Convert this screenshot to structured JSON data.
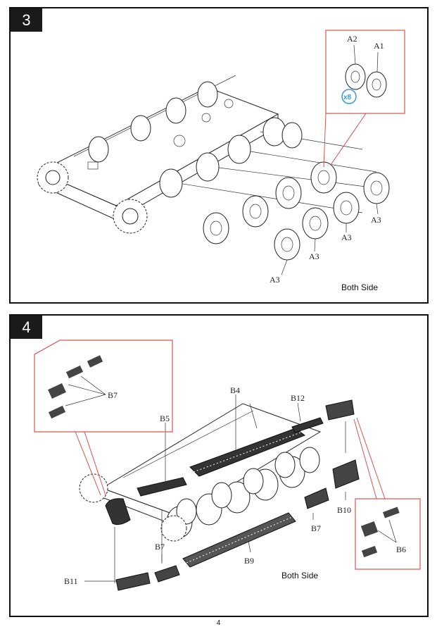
{
  "page_number": "4",
  "steps": [
    {
      "number": "3",
      "note": "Both Side",
      "callout": {
        "labels": [
          "A2",
          "A1"
        ],
        "quantity": "x8"
      },
      "labels": [
        "A3",
        "A3",
        "A3",
        "A3"
      ]
    },
    {
      "number": "4",
      "note": "Both Side",
      "labels": {
        "b4": "B4",
        "b5": "B5",
        "b12": "B12",
        "b10": "B10",
        "b7_mid": "B7",
        "b7_low": "B7",
        "b9": "B9",
        "b11": "B11"
      },
      "callout_left": {
        "label": "B7"
      },
      "callout_right": {
        "label": "B6"
      }
    }
  ],
  "colors": {
    "callout_frame": "#d9534f",
    "quantity_badge": "#3a9bd5",
    "step_tab": "#1a1a1a"
  }
}
